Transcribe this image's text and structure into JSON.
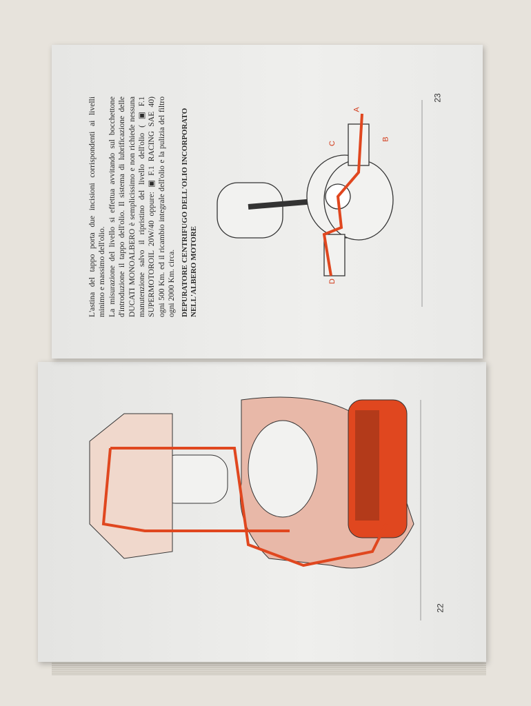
{
  "page_right": {
    "page_number": "23",
    "paragraphs": [
      "L'astina del tappo porta due incisioni corrispondenti ai livelli minimo e massimo dell'olio.",
      "La misurazione del livello si effettua avvitando sul bocchettone d'introduzione il tappo dell'olio. Il sistema di lubrificazione delle DUCATI MONOALBERO è semplicissimo e non richiede nessuna manutenzione salvo il ripristino del livello dell'olio ( ▣ F.1 SUPERMOTOROIL 20W/40 oppure: ▣ F.1 RACING SAE 40) ogni 500 Km. ed il ricambio integrale dell'olio e la pulizia del filtro ogni 2000 Km. circa."
    ],
    "heading": "DEPURATORE CENTRIFUGO DELL'OLIO INCORPORATO NELL'ALBERO MOTORE",
    "diagram_labels": [
      "A",
      "B",
      "C",
      "D"
    ]
  },
  "page_left": {
    "page_number": "22"
  },
  "colors": {
    "accent": "#e0471f",
    "paper": "#eeeeec",
    "background": "#e7e3dc"
  }
}
